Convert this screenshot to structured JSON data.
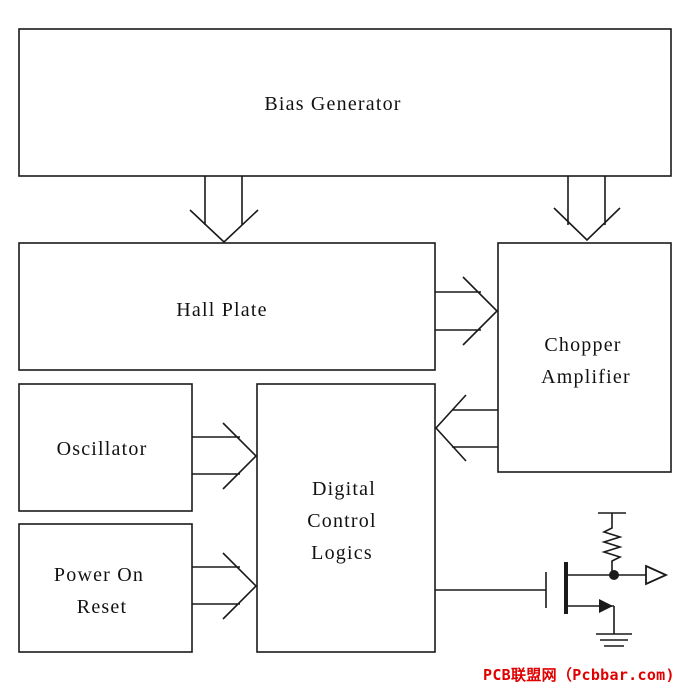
{
  "blocks": {
    "bias_generator": "Bias Generator",
    "hall_plate": "Hall Plate",
    "chopper_amplifier": [
      "Chopper",
      "Amplifier"
    ],
    "oscillator": "Oscillator",
    "digital_control": [
      "Digital",
      "Control",
      "Logics"
    ],
    "power_on_reset": [
      "Power On",
      "Reset"
    ]
  },
  "watermark": "PCB联盟网（Pcbbar.com)",
  "colors": {
    "line": "#1a1a1a",
    "text": "#111111",
    "watermark": "#e00000"
  },
  "icons": [
    "double-arrow-icon",
    "resistor-icon",
    "mosfet-icon",
    "ground-icon",
    "output-buffer-icon"
  ]
}
